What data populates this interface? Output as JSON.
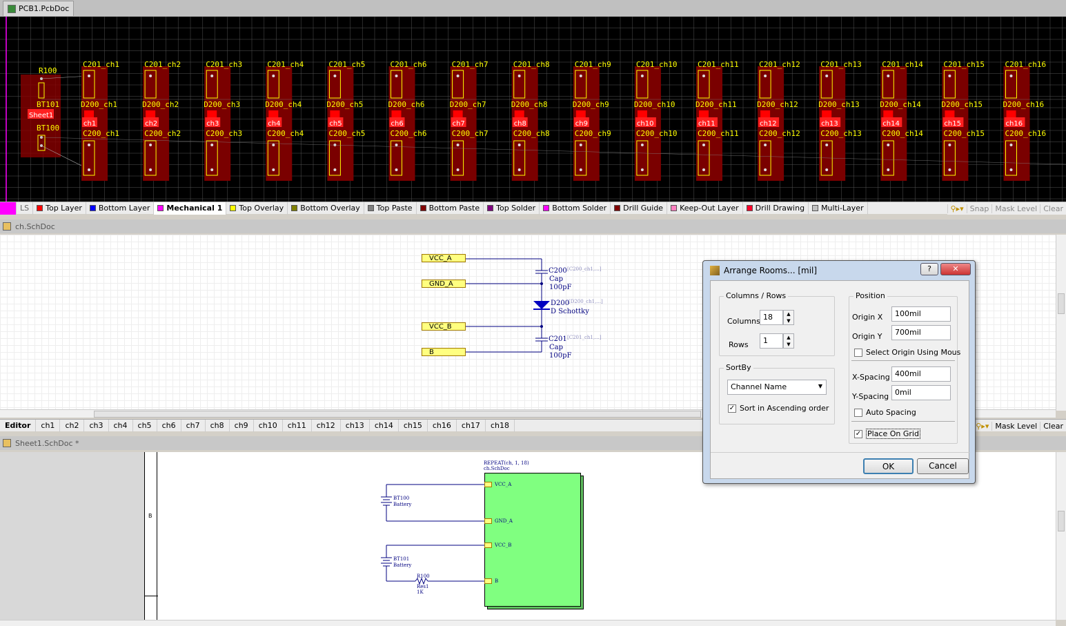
{
  "pcb_doc": {
    "title": "PCB1.PcbDoc"
  },
  "pcb_board": {
    "left_labels": {
      "r100": "R100",
      "bt101": "BT101",
      "sheet": "Sheet1",
      "bt100": "BT100"
    },
    "channels": [
      "1",
      "2",
      "3",
      "4",
      "5",
      "6",
      "7",
      "8",
      "9",
      "10",
      "11",
      "12",
      "13",
      "14",
      "15",
      "16"
    ],
    "top_prefix": "C201_ch",
    "mid_prefix": "D200_ch",
    "bot_prefix": "C200_ch",
    "room_prefix": "ch"
  },
  "layer_bar": {
    "ls": "LS",
    "layers": [
      {
        "name": "Top Layer",
        "color": "#ff0000"
      },
      {
        "name": "Bottom Layer",
        "color": "#0000ff"
      },
      {
        "name": "Mechanical 1",
        "color": "#ff00ff",
        "active": true
      },
      {
        "name": "Top Overlay",
        "color": "#ffff00"
      },
      {
        "name": "Bottom Overlay",
        "color": "#808000"
      },
      {
        "name": "Top Paste",
        "color": "#808080"
      },
      {
        "name": "Bottom Paste",
        "color": "#800000"
      },
      {
        "name": "Top Solder",
        "color": "#800080"
      },
      {
        "name": "Bottom Solder",
        "color": "#ff00ff"
      },
      {
        "name": "Drill Guide",
        "color": "#800000"
      },
      {
        "name": "Keep-Out Layer",
        "color": "#ff80c0"
      },
      {
        "name": "Drill Drawing",
        "color": "#ff002a"
      },
      {
        "name": "Multi-Layer",
        "color": "#c0c0c0"
      }
    ],
    "snap": "Snap",
    "mask_level": "Mask Level",
    "clear": "Clear"
  },
  "ch_doc": {
    "title": "ch.SchDoc",
    "nets": {
      "vcc_a": "VCC_A",
      "gnd_a": "GND_A",
      "vcc_b": "VCC_B",
      "b": "B"
    },
    "c200": {
      "ref": "C200",
      "meta": "[C200_ch1,...]",
      "type": "Cap",
      "value": "100pF"
    },
    "d200": {
      "ref": "D200",
      "meta": "[D200_ch1,...]",
      "type": "D Schottky"
    },
    "c201": {
      "ref": "C201",
      "meta": "[C201_ch1,...]",
      "type": "Cap",
      "value": "100pF"
    }
  },
  "channel_tabs": {
    "editor": "Editor",
    "tabs": [
      "ch1",
      "ch2",
      "ch3",
      "ch4",
      "ch5",
      "ch6",
      "ch7",
      "ch8",
      "ch9",
      "ch10",
      "ch11",
      "ch12",
      "ch13",
      "ch14",
      "ch15",
      "ch16",
      "ch17",
      "ch18"
    ],
    "mask_level": "Mask Level",
    "clear": "Clear"
  },
  "sheet_doc": {
    "title": "Sheet1.SchDoc *",
    "border_letter": "B",
    "sheet_symbol": {
      "repeat": "REPEAT(ch, 1, 18)",
      "file": "ch.SchDoc"
    },
    "ports": [
      "VCC_A",
      "GND_A",
      "VCC_B",
      "B"
    ],
    "bt100": {
      "ref": "BT100",
      "type": "Battery"
    },
    "bt101": {
      "ref": "BT101",
      "type": "Battery"
    },
    "r100": {
      "ref": "R100",
      "type": "Res1",
      "value": "1K"
    }
  },
  "dialog": {
    "title": "Arrange Rooms... [mil]",
    "help": "?",
    "close": "✕",
    "columns_rows_label": "Columns / Rows",
    "columns_label": "Columns",
    "columns_value": "18",
    "rows_label": "Rows",
    "rows_value": "1",
    "sortby_label": "SortBy",
    "sortby_value": "Channel Name",
    "sort_ascending_label": "Sort in Ascending order",
    "position_label": "Position",
    "origin_x_label": "Origin X",
    "origin_x_value": "100mil",
    "origin_y_label": "Origin Y",
    "origin_y_value": "700mil",
    "select_origin_label": "Select Origin Using Mous",
    "x_spacing_label": "X-Spacing",
    "x_spacing_value": "400mil",
    "y_spacing_label": "Y-Spacing",
    "y_spacing_value": "0mil",
    "auto_spacing_label": "Auto Spacing",
    "place_on_grid_label": "Place On Grid",
    "ok": "OK",
    "cancel": "Cancel"
  }
}
